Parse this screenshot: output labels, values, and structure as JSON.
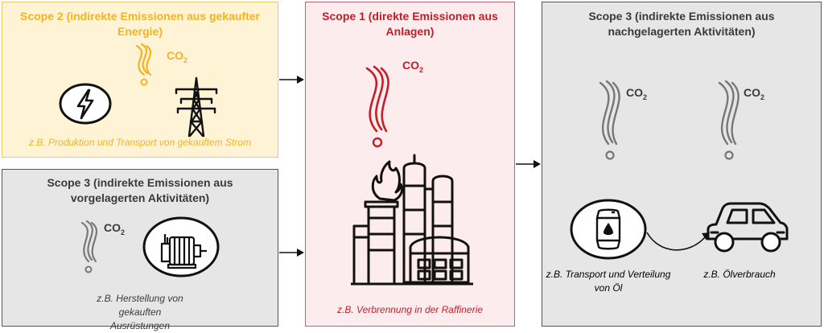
{
  "colors": {
    "scope2_fill": "#fef3d4",
    "scope2_text": "#f4b321",
    "scope1_fill": "#fdecee",
    "scope1_text": "#c21f26",
    "scope3_fill": "#e6e6e6",
    "scope3_text": "#3a3a3a"
  },
  "scope2": {
    "title": "Scope 2 (indirekte Emissionen aus gekaufter Energie)",
    "co2_main": "CO",
    "co2_sub": "2",
    "caption": "z.B. Produktion und Transport von gekauftem Strom",
    "icons": [
      "lightning-icon",
      "power-pylon-icon",
      "smoke-icon"
    ]
  },
  "scope3_upstream": {
    "title": "Scope 3 (indirekte Emissionen aus vorgelagerten Aktivitäten)",
    "co2_main": "CO",
    "co2_sub": "2",
    "caption": "z.B. Herstellung von gekauften Ausrüstungen",
    "icons": [
      "electric-motor-icon",
      "smoke-icon"
    ]
  },
  "scope1": {
    "title": "Scope 1 (direkte Emissionen aus Anlagen)",
    "co2_main": "CO",
    "co2_sub": "2",
    "caption": "z.B. Verbrennung in der Raffinerie",
    "icons": [
      "refinery-icon",
      "smoke-icon"
    ]
  },
  "scope3_downstream": {
    "title": "Scope 3 (indirekte Emissionen aus nachgelagerten Aktivitäten)",
    "co2_left_main": "CO",
    "co2_left_sub": "2",
    "co2_right_main": "CO",
    "co2_right_sub": "2",
    "caption_left": "z.B. Transport und Verteilung von Öl",
    "caption_right": "z.B. Ölverbrauch",
    "icons": [
      "oil-barrel-icon",
      "car-icon",
      "smoke-icon"
    ]
  }
}
